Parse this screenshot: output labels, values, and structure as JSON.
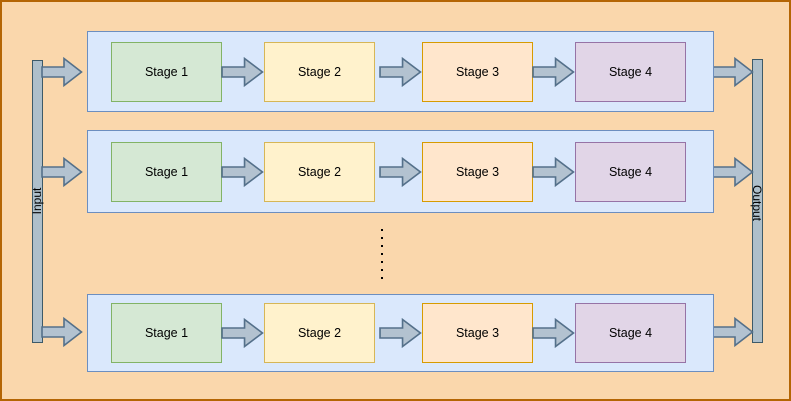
{
  "colors": {
    "background": "#fad7ac",
    "frame_border": "#b46504",
    "row_fill": "#dae8fc",
    "row_stroke": "#6c8ebf",
    "stage1_fill": "#d5e8d4",
    "stage1_stroke": "#82b366",
    "stage2_fill": "#fff2cc",
    "stage2_stroke": "#d6b656",
    "stage3_fill": "#ffe6cc",
    "stage3_stroke": "#d79b00",
    "stage4_fill": "#e1d5e7",
    "stage4_stroke": "#9673a6",
    "arrow_fill": "#b3c2d0",
    "arrow_stroke": "#54708a",
    "bar_fill": "#aebfca",
    "bar_stroke": "#3d5a68",
    "dots_color": "#000000"
  },
  "diagram": {
    "input_label": "Input",
    "output_label": "Output",
    "rows": [
      {
        "stages": [
          "Stage 1",
          "Stage 2",
          "Stage 3",
          "Stage 4"
        ]
      },
      {
        "stages": [
          "Stage 1",
          "Stage 2",
          "Stage 3",
          "Stage 4"
        ]
      },
      {
        "stages": [
          "Stage 1",
          "Stage 2",
          "Stage 3",
          "Stage 4"
        ]
      }
    ]
  }
}
